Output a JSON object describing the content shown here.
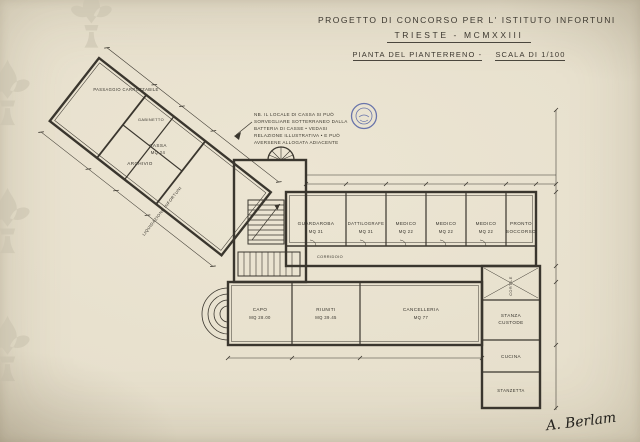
{
  "document": {
    "title_line1": "PROGETTO DI CONCORSO PER L' ISTITUTO INFORTUNI",
    "title_line2": "TRIESTE - MCMXXIII",
    "title_line3": "PIANTA DEL PIANTERRENO -",
    "title_scale": "SCALA DI 1/100",
    "signature": "A. Berlam"
  },
  "note": {
    "line1": "NB. IL LOCALE DI CASSA SI PUÒ",
    "line2": "SORVEGLIARE SOTTERRANEO DALLA",
    "line3": "BATTERIA DI CASSE • VEDASI",
    "line4": "RELAZIONE ILLUSTRATIVA • E PUÒ",
    "line5": "AVERSENE ALLOGATA ADIACENTE"
  },
  "rooms": {
    "passaggio": {
      "label": "PASSAGGIO CARROZZABILE"
    },
    "gabinetto": {
      "label": "GABINETTO"
    },
    "cassa": {
      "label": "CASSA",
      "area": "MQ 24"
    },
    "archivio": {
      "label": "ARCHIVIO"
    },
    "liquidazione": {
      "label": "LIQUIDAZIONE INFORTUNI"
    },
    "guardaroba": {
      "label": "GUARDAROBA",
      "area": "MQ 31"
    },
    "dattilografe": {
      "label": "DATTILOGRAFE",
      "area": "MQ 31"
    },
    "medico1": {
      "label": "MEDICO",
      "area": "MQ 22"
    },
    "medico2": {
      "label": "MEDICO",
      "area": "MQ 22"
    },
    "medico3": {
      "label": "MEDICO",
      "area": "MQ 22"
    },
    "pronto": {
      "label": "PRONTO",
      "label2": "SOCCORSO"
    },
    "corridoio": {
      "label": "CORRIDOIO"
    },
    "capo": {
      "label": "CAPO",
      "area": "MQ 28.00"
    },
    "riuniti": {
      "label": "RIUNITI",
      "area": "MQ 39.45"
    },
    "cancelleria": {
      "label": "CANCELLERIA",
      "area": "MQ 77"
    },
    "cortile": {
      "label": "CORTILE"
    },
    "custode": {
      "label": "STANZA",
      "label2": "CUSTODE"
    },
    "cucina": {
      "label": "CUCINA"
    },
    "stanzetta": {
      "label": "STANZETTA"
    }
  },
  "colors": {
    "ink": "#3a362e",
    "paper": "#e9e2d0",
    "stamp_blue": "#4556a0",
    "watermark": "#cbc4b0"
  }
}
